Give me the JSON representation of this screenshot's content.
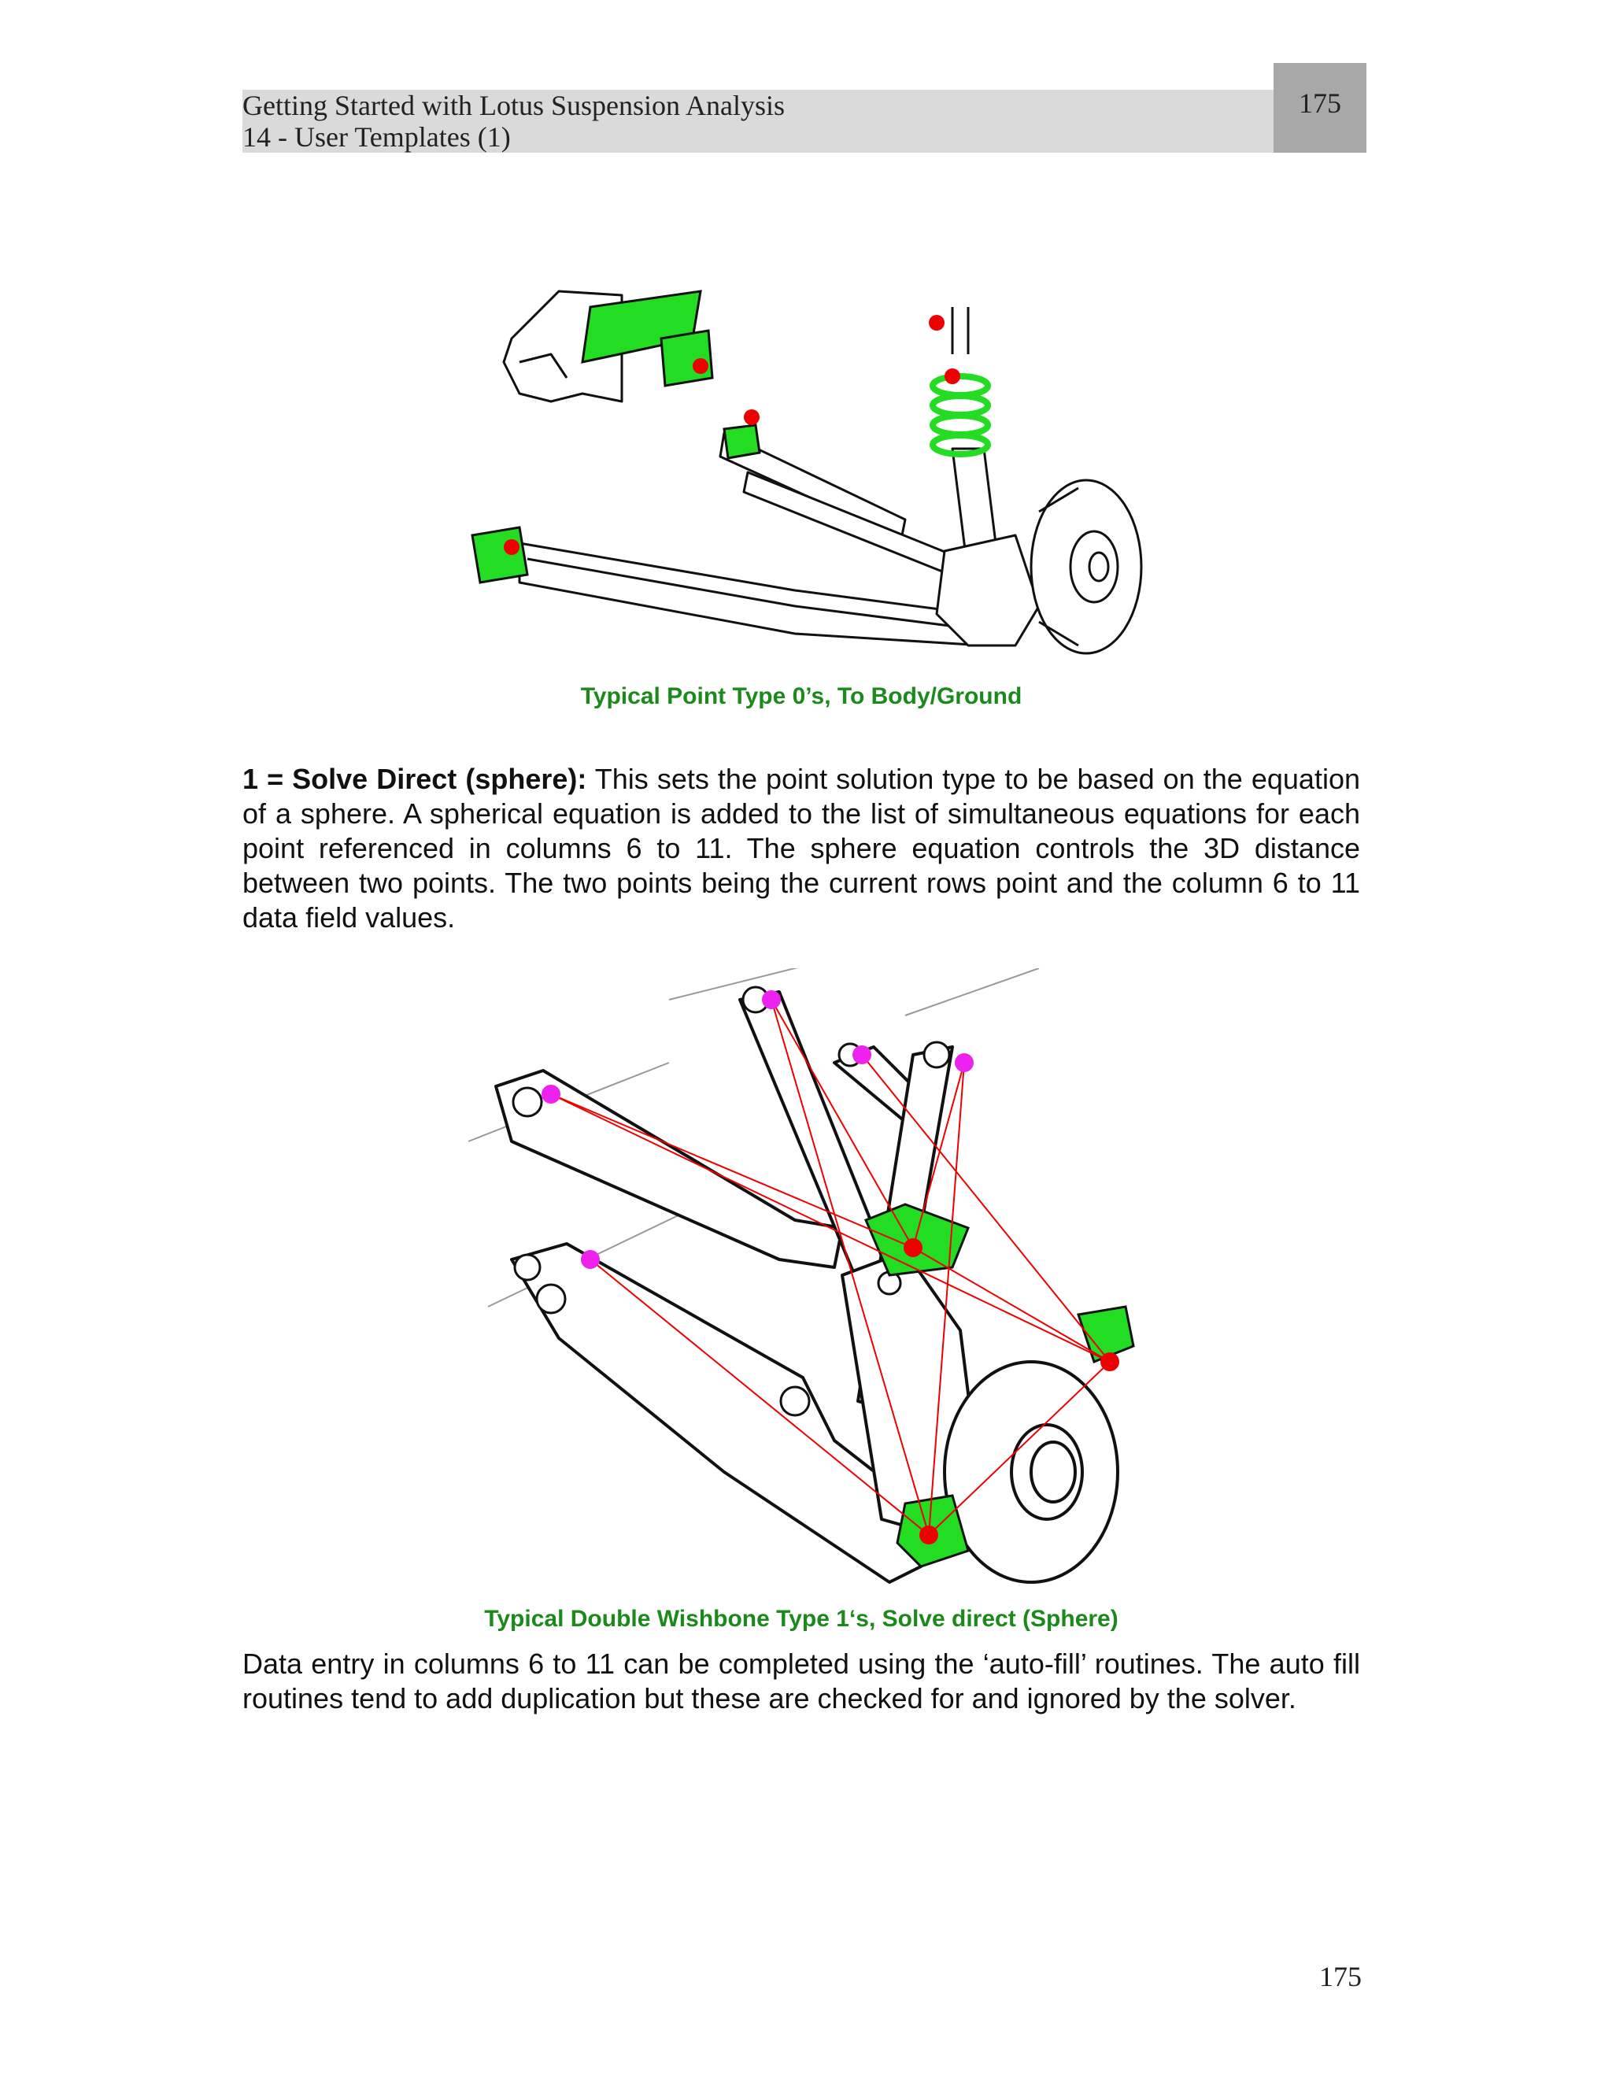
{
  "header": {
    "title": "Getting Started with Lotus Suspension Analysis",
    "subtitle": "14 - User Templates (1)",
    "page_number": "175"
  },
  "figure1": {
    "caption": "Typical Point Type 0’s, To Body/Ground"
  },
  "section": {
    "term": "1 = Solve Direct (sphere):",
    "body": " This sets the point solution type to be based on the equation of a sphere. A spherical equation is added to the list of simultaneous equations for each point referenced in columns 6 to 11. The sphere equation controls the 3D distance between two points. The two points being the current rows point and the column 6 to 11 data field values."
  },
  "figure2": {
    "caption": "Typical Double Wishbone Type 1‘s, Solve direct (Sphere)"
  },
  "closing_paragraph": "Data entry in columns 6 to 11 can be completed using the ‘auto-fill’ routines. The auto fill routines tend to add duplication but these are checked for and ignored by the solver.",
  "footer": {
    "page_number": "175"
  },
  "colors": {
    "highlight_green": "#22dd22",
    "point_red": "#ee0000",
    "point_magenta": "#ee22ee",
    "caption_green": "#1a8a1a"
  }
}
